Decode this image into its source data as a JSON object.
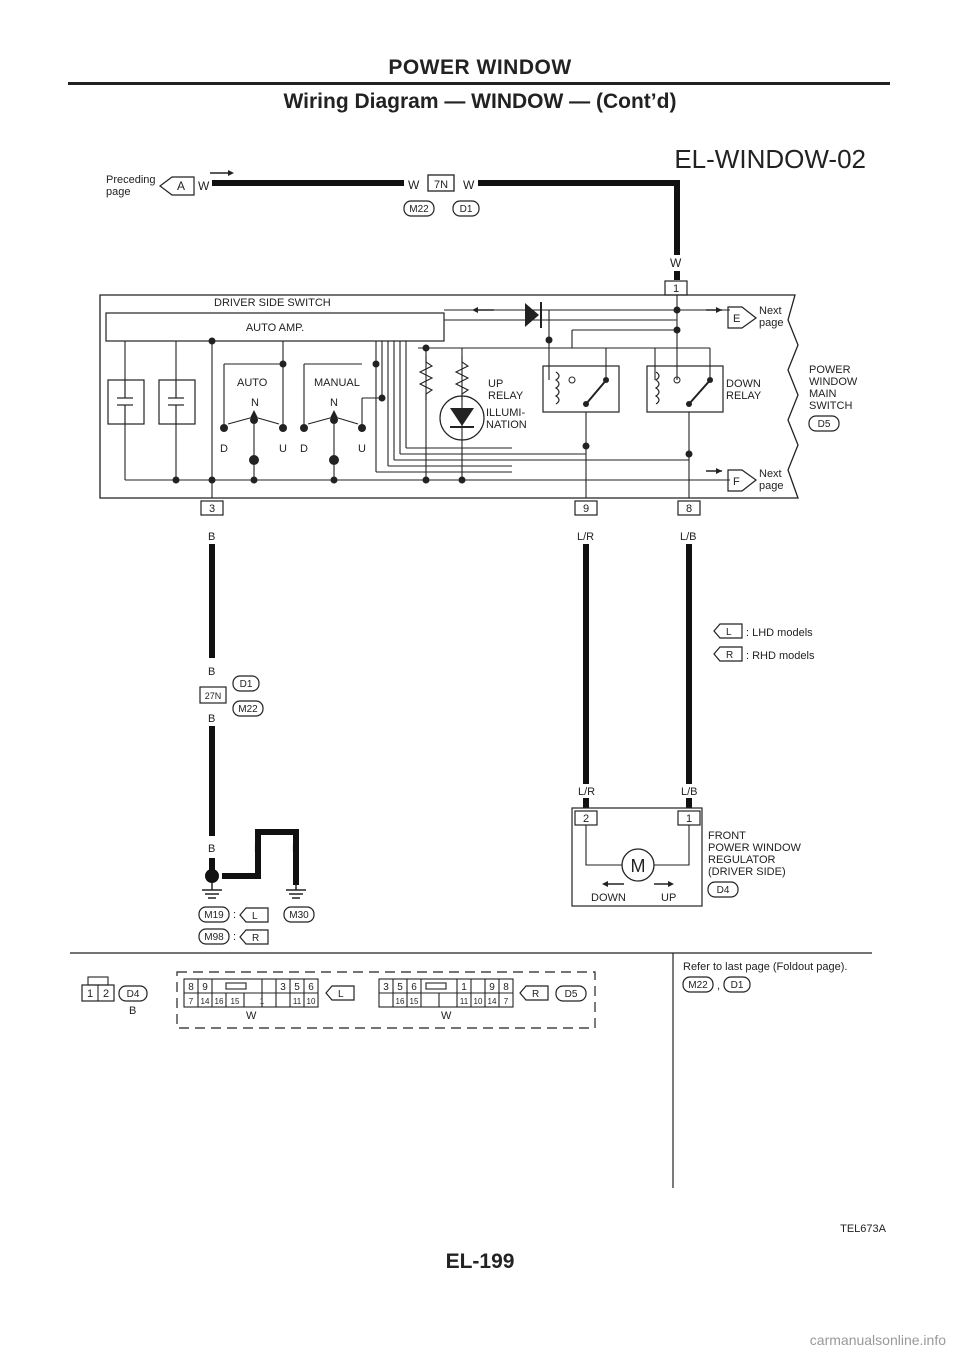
{
  "header": {
    "section": "POWER WINDOW",
    "subtitle": "Wiring Diagram — WINDOW — (Cont’d)"
  },
  "diagram": {
    "id": "EL-WINDOW-02",
    "preceding": {
      "line1": "Preceding",
      "line2": "page",
      "arrow": "A",
      "wire": "W"
    },
    "top_connector": {
      "num": "7N",
      "wire_left": "W",
      "wire_right": "W",
      "tags": [
        "M22",
        "D1"
      ]
    },
    "switch_pin1": {
      "num": "1",
      "wire": "W"
    },
    "switch_box": {
      "title": "DRIVER SIDE SWITCH",
      "auto_amp": "AUTO AMP.",
      "auto": "AUTO",
      "manual": "MANUAL",
      "n": "N",
      "d": "D",
      "u": "U",
      "up_relay": [
        "UP",
        "RELAY"
      ],
      "down_relay": [
        "DOWN",
        "RELAY"
      ],
      "illumination": [
        "ILLUMI-",
        "NATION"
      ]
    },
    "next_page_e": {
      "arrow": "E",
      "line1": "Next",
      "line2": "page"
    },
    "next_page_f": {
      "arrow": "F",
      "line1": "Next",
      "line2": "page"
    },
    "main_switch": {
      "lines": [
        "POWER",
        "WINDOW",
        "MAIN",
        "SWITCH"
      ],
      "tag": "D5"
    },
    "pins": [
      {
        "num": "3",
        "wire": "B"
      },
      {
        "num": "9",
        "wire": "L/R"
      },
      {
        "num": "8",
        "wire": "L/B"
      }
    ],
    "legend": [
      {
        "tag": "L",
        "text": ": LHD models"
      },
      {
        "tag": "R",
        "text": ": RHD models"
      }
    ],
    "mid_connector": {
      "num": "27N",
      "wire_top": "B",
      "wire_bottom": "B",
      "tags": [
        "D1",
        "M22"
      ]
    },
    "motor": {
      "wire_left": "L/R",
      "wire_right": "L/B",
      "pin_left": "2",
      "pin_right": "1",
      "symbol": "M",
      "down": "DOWN",
      "up": "UP",
      "label": [
        "FRONT",
        "POWER WINDOW",
        "REGULATOR",
        "(DRIVER SIDE)"
      ],
      "tag": "D4"
    },
    "grounds": {
      "wires": [
        "B",
        "B",
        "B"
      ],
      "rows": [
        {
          "tag": "M19",
          "model": "L"
        },
        {
          "tag": "M98",
          "model": "R"
        }
      ],
      "tag_right": "M30"
    },
    "connectors_bottom": {
      "d4": {
        "pins": [
          "1",
          "2"
        ],
        "tag": "D4",
        "color": "B"
      },
      "lhd": {
        "row1": [
          "8",
          "9",
          "",
          "3",
          "5",
          "6"
        ],
        "row2": [
          "7",
          "14",
          "16",
          "15",
          "1",
          "11",
          "10"
        ],
        "model": "L",
        "color": "W"
      },
      "rhd": {
        "row1": [
          "3",
          "5",
          "6",
          "1",
          "9",
          "8"
        ],
        "row2": [
          "16",
          "15",
          "11",
          "10",
          "14",
          "7"
        ],
        "model": "R",
        "tag": "D5",
        "color": "W"
      }
    },
    "refer": {
      "text": "Refer to last page (Foldout page).",
      "tags": [
        "M22",
        "D1"
      ],
      "sep": ","
    },
    "code": "TEL673A"
  },
  "footer": {
    "page": "EL-199"
  },
  "watermark": "carmanualsonline.info"
}
